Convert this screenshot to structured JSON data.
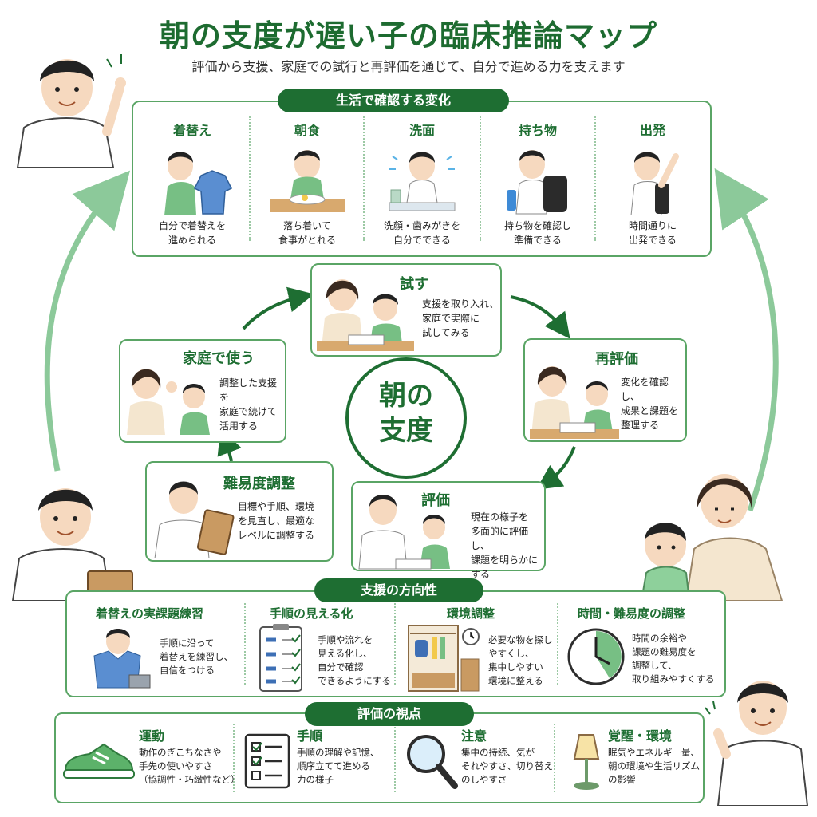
{
  "title": "朝の支度が遅い子の臨床推論マップ",
  "subtitle": "評価から支援、家庭での試行と再評価を通じて、自分で進める力を支えます",
  "life_changes": {
    "header": "生活で確認する変化",
    "items": [
      {
        "title": "着替え",
        "text": "自分で着替えを\n進められる",
        "icon": "shirt-icon"
      },
      {
        "title": "朝食",
        "text": "落ち着いて\n食事がとれる",
        "icon": "breakfast-icon"
      },
      {
        "title": "洗面",
        "text": "洗顔・歯みがきを\n自分でできる",
        "icon": "face-wash-icon"
      },
      {
        "title": "持ち物",
        "text": "持ち物を確認し\n準備できる",
        "icon": "backpack-icon"
      },
      {
        "title": "出発",
        "text": "時間通りに\n出発できる",
        "icon": "departure-icon"
      }
    ]
  },
  "cycle": {
    "center": "朝の\n支度",
    "try": {
      "title": "試す",
      "text": "支援を取り入れ、\n家庭で実際に\n試してみる"
    },
    "reeval": {
      "title": "再評価",
      "text": "変化を確認し、\n成果と課題を\n整理する"
    },
    "eval": {
      "title": "評価",
      "text": "現在の様子を\n多面的に評価し、\n課題を明らかに\nする"
    },
    "adjust": {
      "title": "難易度調整",
      "text": "目標や手順、環境\nを見直し、最適な\nレベルに調整する"
    },
    "home": {
      "title": "家庭で使う",
      "text": "調整した支援を\n家庭で続けて\n活用する"
    }
  },
  "support": {
    "header": "支援の方向性",
    "items": [
      {
        "title": "着替えの実課題練習",
        "text": "手順に沿って\n着替えを練習し、\n自信をつける"
      },
      {
        "title": "手順の見える化",
        "text": "手順や流れを\n見える化し、\n自分で確認\nできるようにする"
      },
      {
        "title": "環境調整",
        "text": "必要な物を探し\nやすくし、\n集中しやすい\n環境に整える"
      },
      {
        "title": "時間・難易度の調整",
        "text": "時間の余裕や\n課題の難易度を\n調整して、\n取り組みやすくする"
      }
    ]
  },
  "evaluation": {
    "header": "評価の視点",
    "items": [
      {
        "title": "運動",
        "text": "動作のぎこちなさや\n手先の使いやすさ\n（協調性・巧緻性など）"
      },
      {
        "title": "手順",
        "text": "手順の理解や記憶、\n順序立てて進める\n力の様子"
      },
      {
        "title": "注意",
        "text": "集中の持続、気が\nそれやすさ、切り替え\nのしやすさ"
      },
      {
        "title": "覚醒・環境",
        "text": "眠気やエネルギー量、\n朝の環境や生活リズム\nの影響"
      }
    ]
  },
  "colors": {
    "accent": "#1e6e32",
    "border": "#5aa565",
    "arrow": "#8cc99a"
  }
}
